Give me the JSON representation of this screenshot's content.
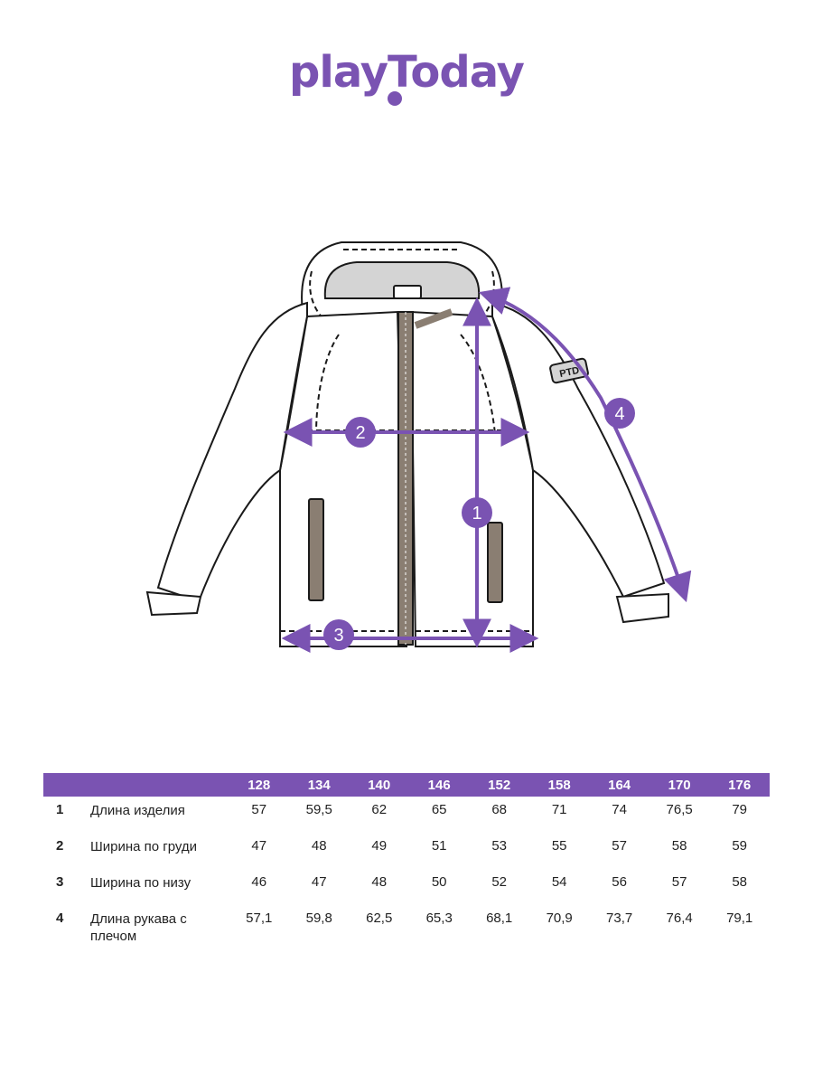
{
  "brand": {
    "logo_text": "playToday",
    "accent_color": "#7a53b2"
  },
  "illustration": {
    "markers": [
      {
        "label": "1"
      },
      {
        "label": "2"
      },
      {
        "label": "3"
      },
      {
        "label": "4"
      }
    ],
    "sleeve_patch_text": "PTD"
  },
  "table": {
    "sizes": [
      "128",
      "134",
      "140",
      "146",
      "152",
      "158",
      "164",
      "170",
      "176"
    ],
    "rows": [
      {
        "num": "1",
        "label": "Длина изделия",
        "values": [
          "57",
          "59,5",
          "62",
          "65",
          "68",
          "71",
          "74",
          "76,5",
          "79"
        ]
      },
      {
        "num": "2",
        "label": "Ширина по груди",
        "values": [
          "47",
          "48",
          "49",
          "51",
          "53",
          "55",
          "57",
          "58",
          "59"
        ]
      },
      {
        "num": "3",
        "label": "Ширина по низу",
        "values": [
          "46",
          "47",
          "48",
          "50",
          "52",
          "54",
          "56",
          "57",
          "58"
        ]
      },
      {
        "num": "4",
        "label": "Длина рукава с плечом",
        "values": [
          "57,1",
          "59,8",
          "62,5",
          "65,3",
          "68,1",
          "70,9",
          "73,7",
          "76,4",
          "79,1"
        ]
      }
    ]
  }
}
